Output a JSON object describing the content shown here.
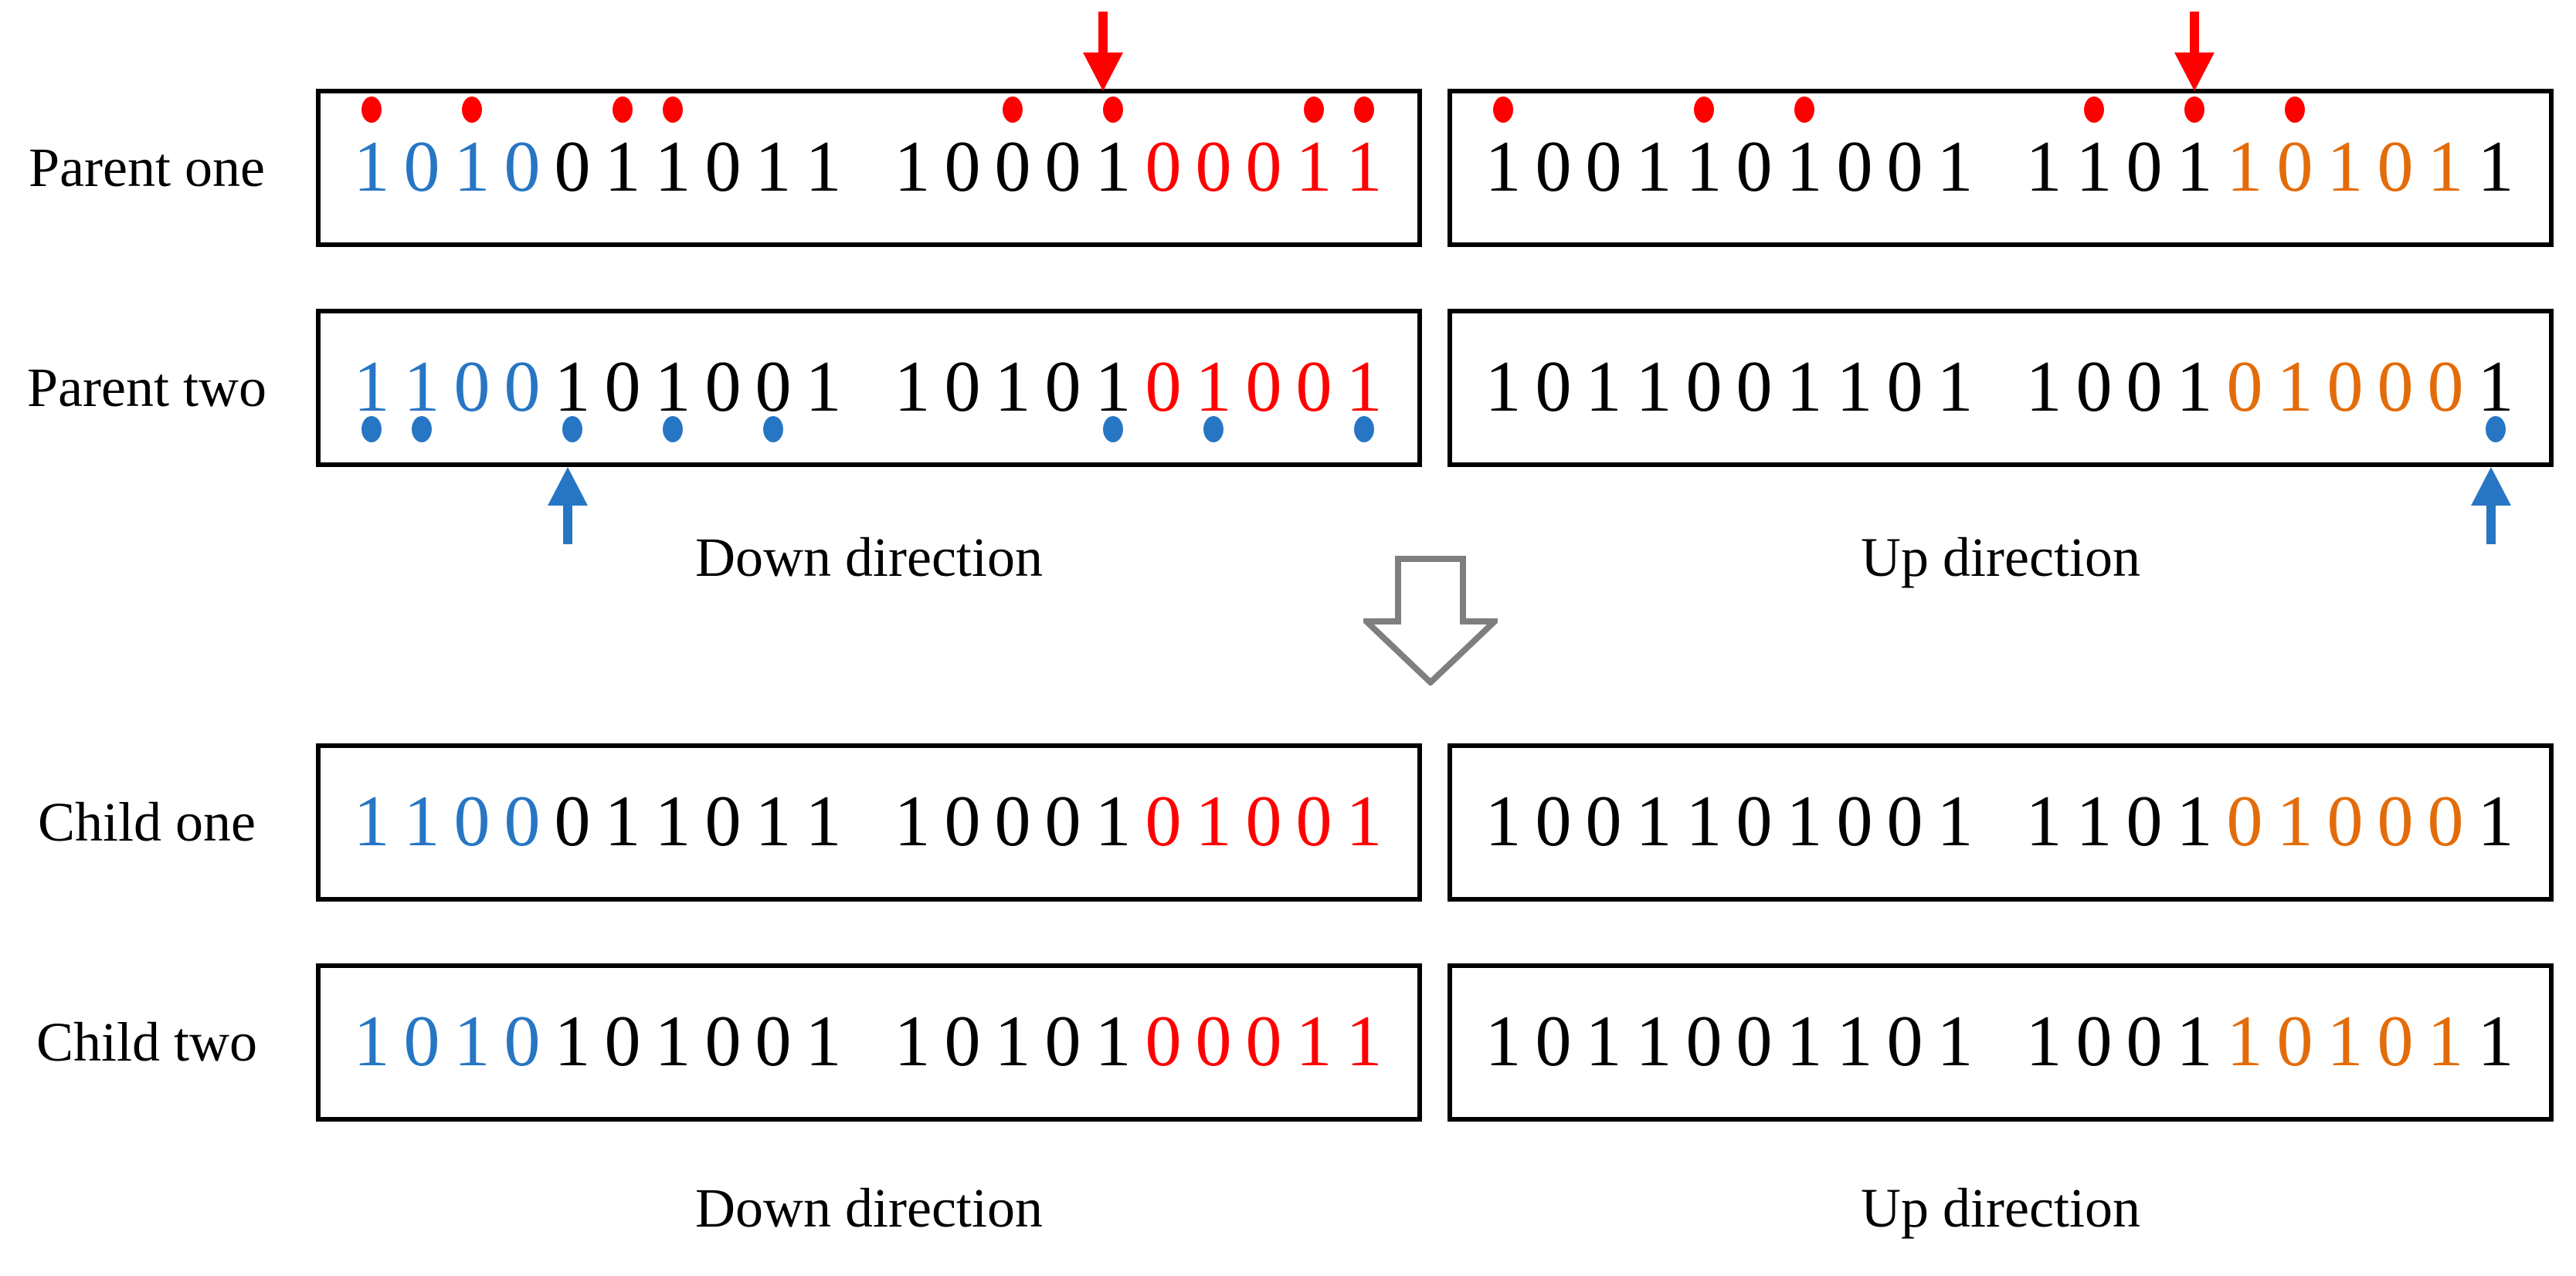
{
  "colors": {
    "blue": "#2776C4",
    "red": "#FF0000",
    "orange": "#E36C0A",
    "black": "#000000",
    "gray": "#7F7F7F"
  },
  "labels": {
    "down_direction": "Down direction",
    "up_direction": "Up direction"
  },
  "rows": [
    {
      "label": "Parent one",
      "boxes": [
        {
          "column": "down",
          "digits": "10100110111000100011",
          "color_mask": "BBBBKKKKKKKKKKKRRRRR",
          "dots": {
            "color": "red",
            "placement": "above",
            "indices": [
              1,
              3,
              6,
              7,
              13,
              15,
              19,
              20
            ]
          },
          "arrow": {
            "color": "red",
            "direction": "down",
            "placement": "above",
            "position": 14.8
          }
        },
        {
          "column": "up",
          "digits": "10011010011101101011",
          "color_mask": "KKKKKKKKKKKKKKOOOOOK",
          "dots": {
            "color": "red",
            "placement": "above",
            "indices": [
              1,
              5,
              7,
              12,
              14,
              16
            ]
          },
          "arrow": {
            "color": "red",
            "direction": "down",
            "placement": "above",
            "position": 14.0
          }
        }
      ]
    },
    {
      "label": "Parent two",
      "boxes": [
        {
          "column": "down",
          "digits": "11001010011010101001",
          "color_mask": "BBBBKKKKKKKKKKKRRRRR",
          "dots": {
            "color": "blue",
            "placement": "below",
            "indices": [
              1,
              2,
              5,
              7,
              9,
              15,
              17,
              20
            ]
          },
          "arrow": {
            "color": "blue",
            "direction": "up",
            "placement": "below",
            "position": 4.9
          }
        },
        {
          "column": "up",
          "digits": "10110011011001010001",
          "color_mask": "KKKKKKKKKKKKKKOOOOOK",
          "dots": {
            "color": "blue",
            "placement": "below",
            "indices": [
              20
            ]
          },
          "arrow": {
            "color": "blue",
            "direction": "up",
            "placement": "below",
            "position": 19.9
          }
        }
      ]
    },
    {
      "label": "Child one",
      "boxes": [
        {
          "column": "down",
          "digits": "11000110111000101001",
          "color_mask": "BBBBKKKKKKKKKKKRRRRR"
        },
        {
          "column": "up",
          "digits": "10011010011101010001",
          "color_mask": "KKKKKKKKKKKKKKOOOOOK"
        }
      ]
    },
    {
      "label": "Child two",
      "boxes": [
        {
          "column": "down",
          "digits": "10101010011010100011",
          "color_mask": "BBBBKKKKKKKKKKKRRRRR"
        },
        {
          "column": "up",
          "digits": "10110011011001101011",
          "color_mask": "KKKKKKKKKKKKKKOOOOOK"
        }
      ]
    }
  ]
}
